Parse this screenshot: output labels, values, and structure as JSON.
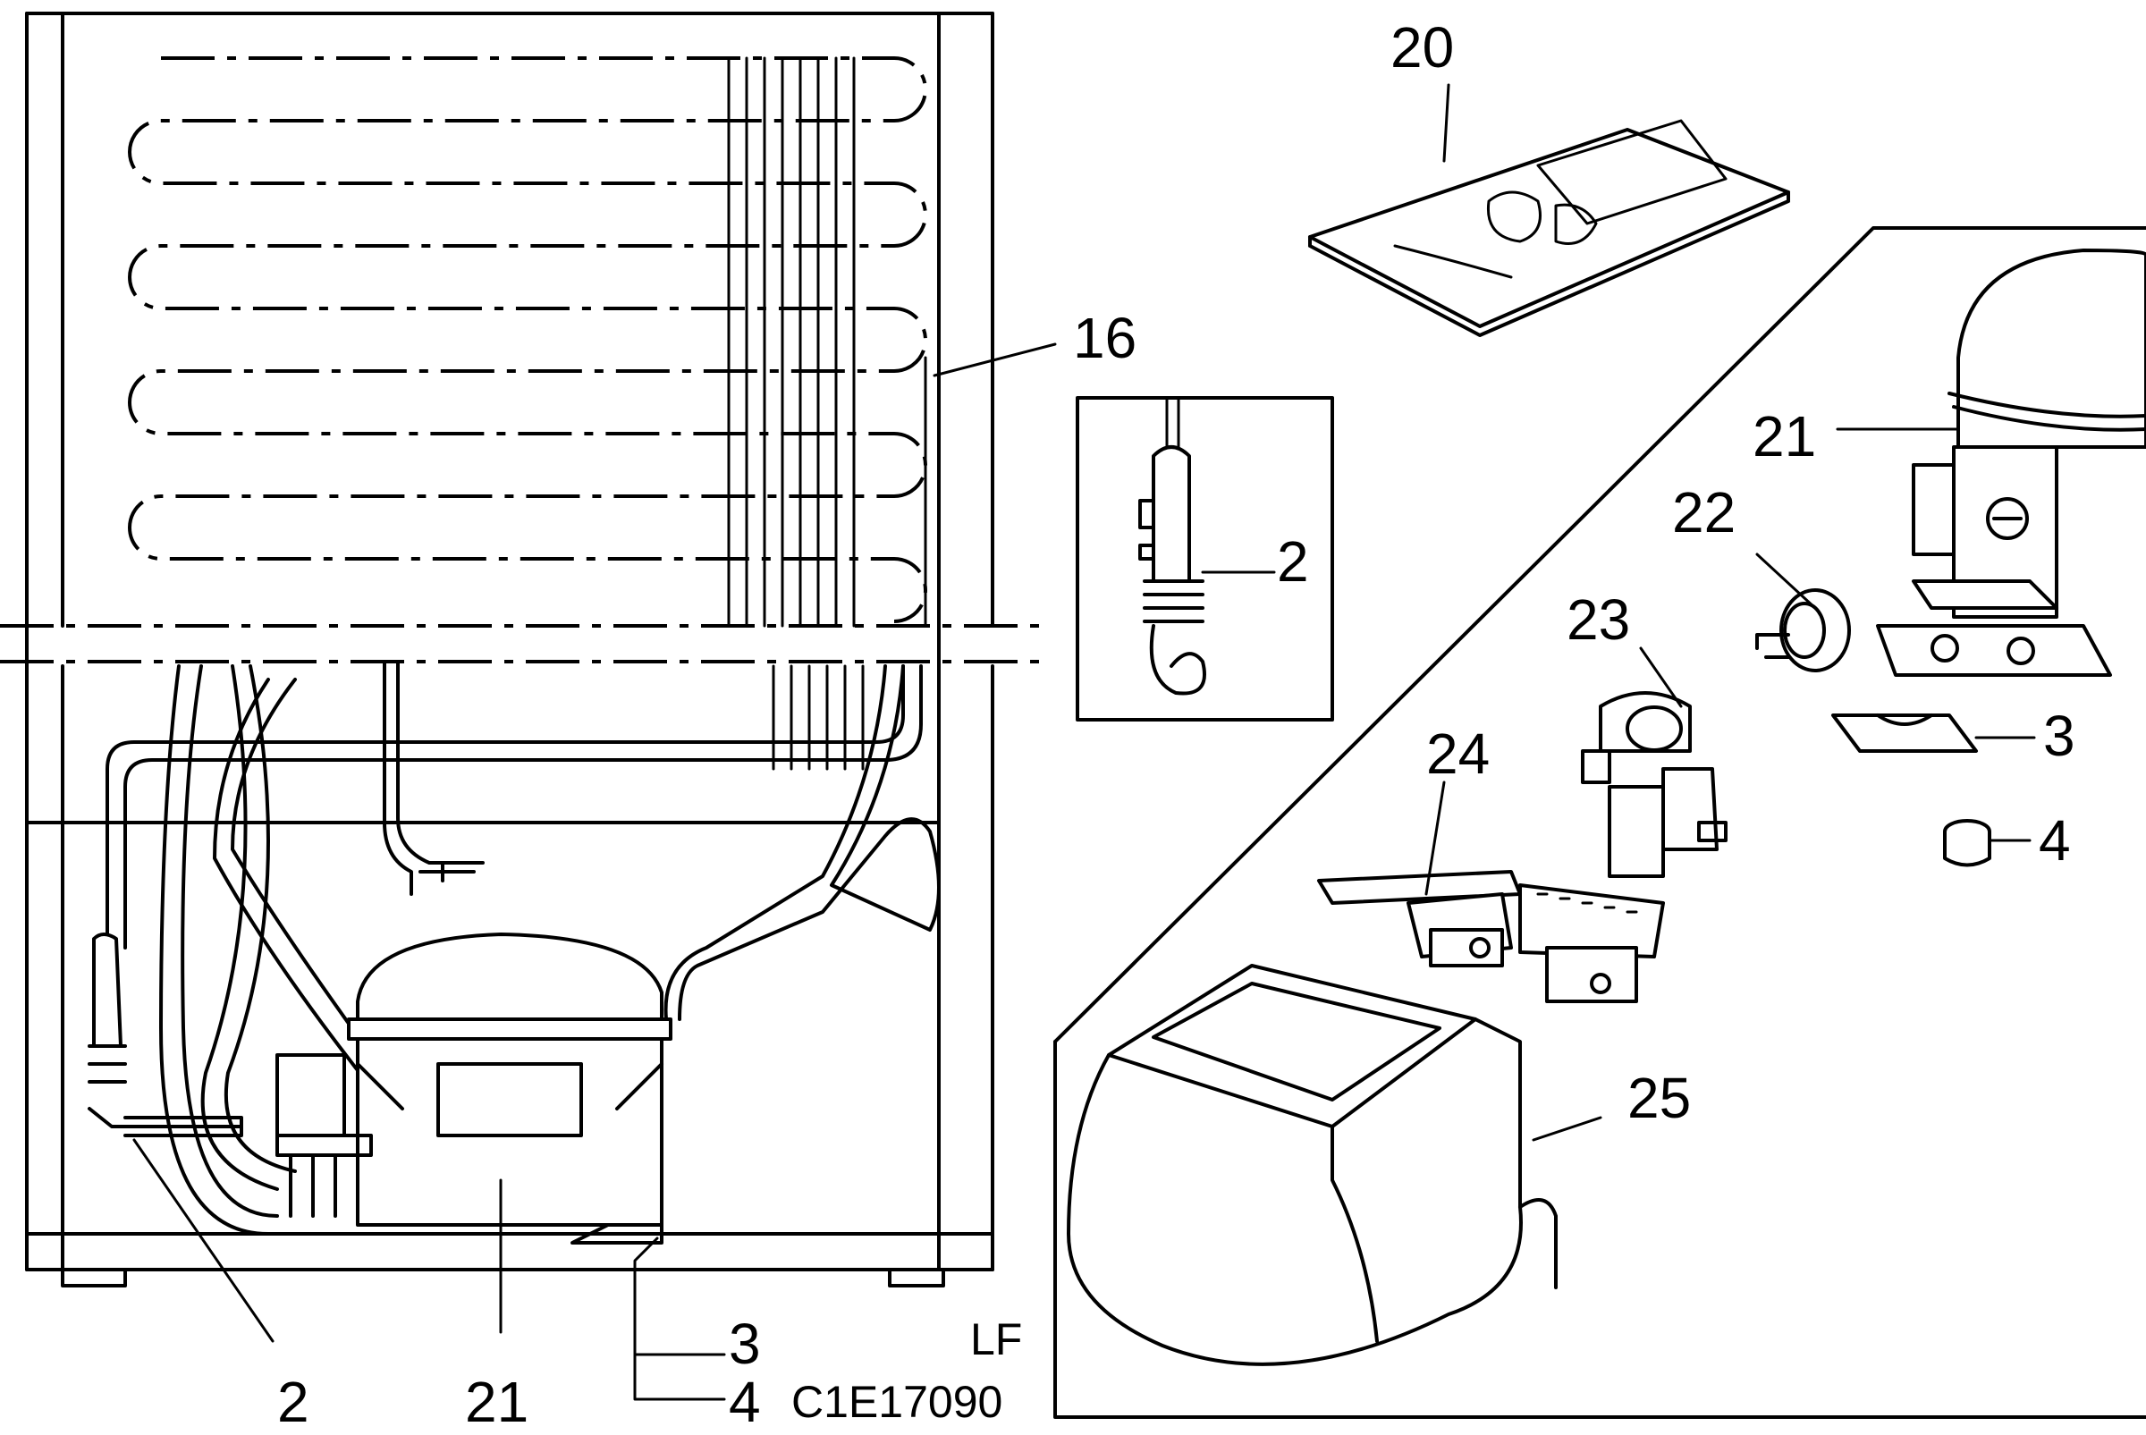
{
  "callouts": {
    "c16": "16",
    "c2_detail": "2",
    "c2_main": "2",
    "c21_main": "21",
    "c3_main": "3",
    "c4_main": "4",
    "c20": "20",
    "c21_kit": "21",
    "c22": "22",
    "c23": "23",
    "c24": "24",
    "c25": "25",
    "c3_kit": "3",
    "c4_kit": "4"
  },
  "codes": {
    "lf": "LF",
    "drawing": "C1E17090"
  }
}
